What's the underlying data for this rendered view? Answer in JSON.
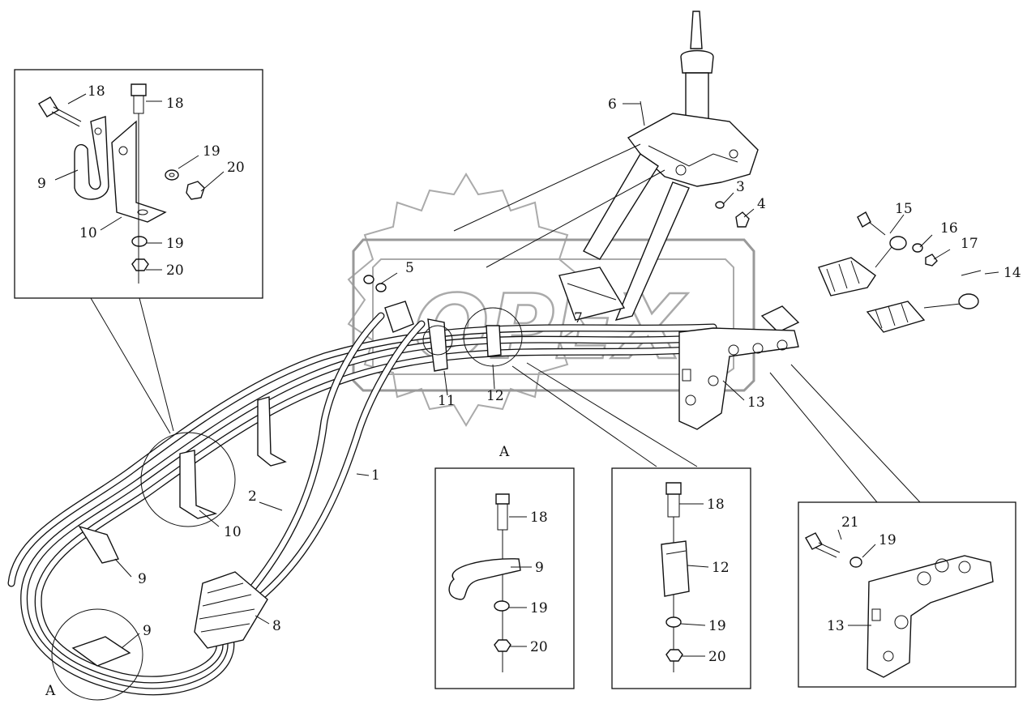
{
  "diagram": {
    "view_marker": "A",
    "callouts": {
      "main": [
        "1",
        "2",
        "3",
        "4",
        "5",
        "6",
        "7",
        "8",
        "9",
        "9",
        "10",
        "11",
        "12",
        "13",
        "14",
        "15",
        "16",
        "17"
      ],
      "detail_upper_left": [
        "18",
        "18",
        "19",
        "20",
        "9",
        "10",
        "19",
        "20"
      ],
      "detail_clip_9": [
        "18",
        "9",
        "19",
        "20"
      ],
      "detail_clip_12": [
        "18",
        "12",
        "19",
        "20"
      ],
      "detail_bracket_13": [
        "21",
        "19",
        "13"
      ]
    },
    "watermark": "OPEX"
  }
}
